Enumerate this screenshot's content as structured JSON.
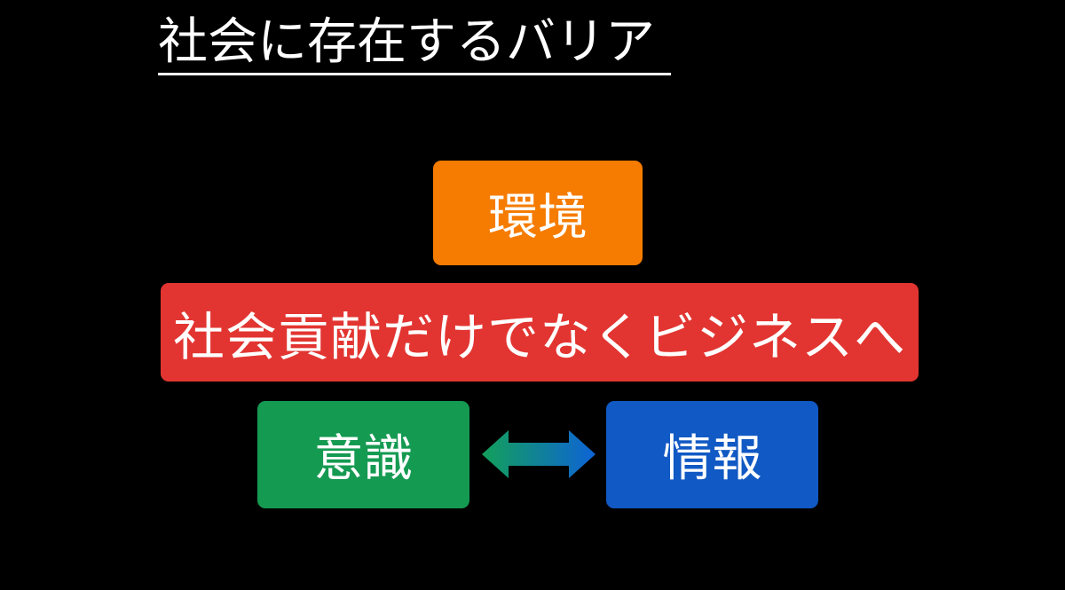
{
  "slide": {
    "background_color": "#000000",
    "title": "社会に存在するバリア",
    "title_color": "#FFFFFF"
  },
  "diagram": {
    "nodes": [
      {
        "id": "environment",
        "label": "環境",
        "color": "#F57C00",
        "text_color": "#FFFFFF"
      },
      {
        "id": "business",
        "label": "社会貢献だけでなくビジネスへ",
        "color": "#E23531",
        "text_color": "#FFFFFF"
      },
      {
        "id": "awareness",
        "label": "意識",
        "color": "#159A52",
        "text_color": "#FFFFFF"
      },
      {
        "id": "information",
        "label": "情報",
        "color": "#1159C4",
        "text_color": "#FFFFFF"
      }
    ],
    "connectors": [
      {
        "id": "awareness-information",
        "type": "double-arrow",
        "from": "awareness",
        "to": "information",
        "gradient_start": "#13A05A",
        "gradient_end": "#0E63D6"
      }
    ]
  }
}
